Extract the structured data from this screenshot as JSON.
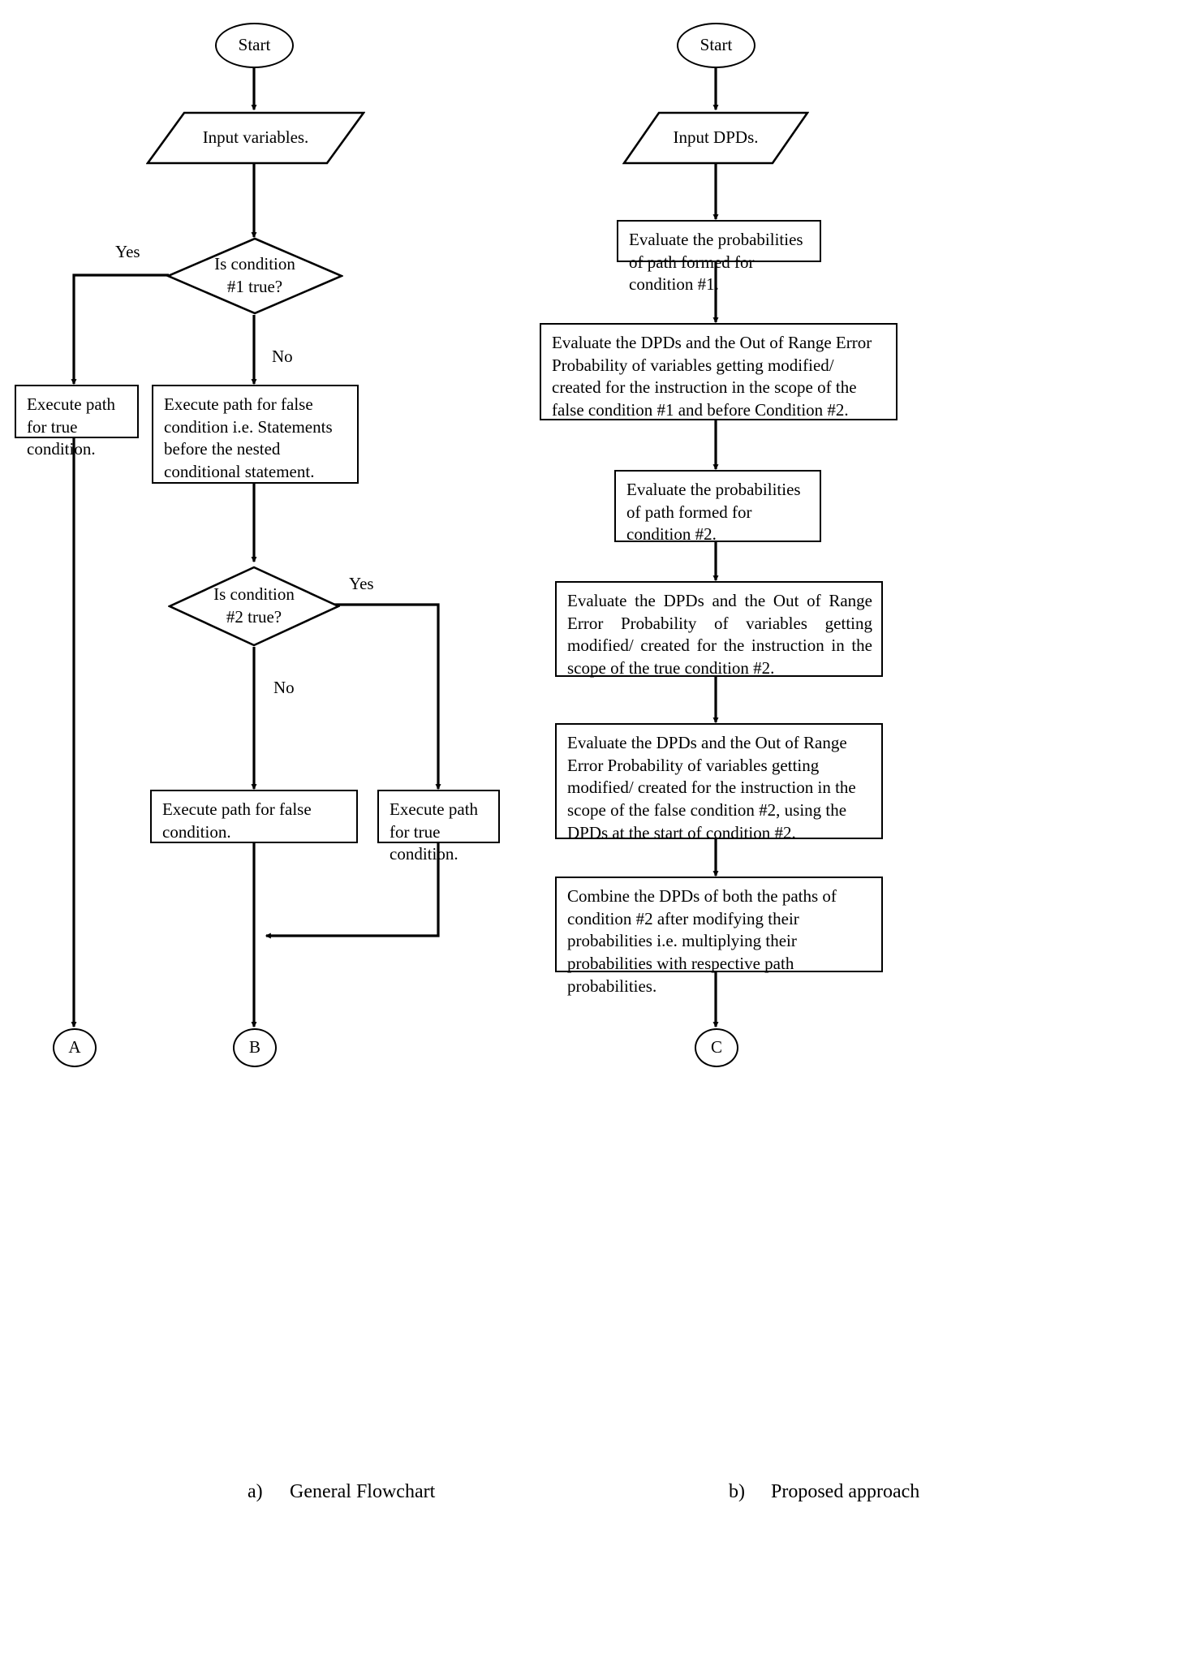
{
  "figure": {
    "captions": [
      {
        "marker": "a)",
        "text": "General Flowchart"
      },
      {
        "marker": "b)",
        "text": "Proposed approach"
      }
    ]
  },
  "colors": {
    "stroke": "#000000",
    "fill": "#ffffff",
    "text": "#000000"
  },
  "flowchart_a": {
    "name": "General Flowchart",
    "nodes": {
      "start": {
        "type": "terminator",
        "label": "Start"
      },
      "input": {
        "type": "io",
        "label": "Input variables."
      },
      "cond1": {
        "type": "decision",
        "line1": "Is condition",
        "line2": "#1 true?"
      },
      "true1": {
        "type": "process",
        "label": "Execute path for true condition."
      },
      "false1": {
        "type": "process",
        "label": "Execute path for false condition i.e. Statements before the nested conditional statement."
      },
      "cond2": {
        "type": "decision",
        "line1": "Is condition",
        "line2": "#2 true?"
      },
      "false2": {
        "type": "process",
        "label": "Execute path for false condition."
      },
      "true2": {
        "type": "process",
        "label": "Execute path for true condition."
      },
      "connA": {
        "type": "connector",
        "label": "A"
      },
      "connB": {
        "type": "connector",
        "label": "B"
      }
    },
    "edge_labels": {
      "cond1_yes": "Yes",
      "cond1_no": "No",
      "cond2_yes": "Yes",
      "cond2_no": "No"
    }
  },
  "flowchart_b": {
    "name": "Proposed approach",
    "nodes": {
      "start": {
        "type": "terminator",
        "label": "Start"
      },
      "input": {
        "type": "io",
        "label": "Input DPDs."
      },
      "step1": {
        "type": "process",
        "label": "Evaluate the probabilities of path formed for condition #1."
      },
      "step2": {
        "type": "process",
        "label": "Evaluate the DPDs and the Out of Range Error Probability of variables getting modified/ created for the instruction in the scope of the false condition #1 and before Condition #2."
      },
      "step3": {
        "type": "process",
        "label": "Evaluate the probabilities of path formed for condition #2."
      },
      "step4": {
        "type": "process",
        "label": "Evaluate the DPDs and the Out of Range Error Probability of variables getting modified/ created for the instruction in the scope of the true condition #2."
      },
      "step5": {
        "type": "process",
        "label": "Evaluate the DPDs and the Out of Range Error Probability of variables getting modified/ created for the instruction in the scope of the false condition #2, using the DPDs at the start of condition #2."
      },
      "step6": {
        "type": "process",
        "label": "Combine the DPDs of both the paths of condition #2 after modifying their probabilities i.e. multiplying their probabilities with respective path probabilities."
      },
      "connC": {
        "type": "connector",
        "label": "C"
      }
    }
  }
}
